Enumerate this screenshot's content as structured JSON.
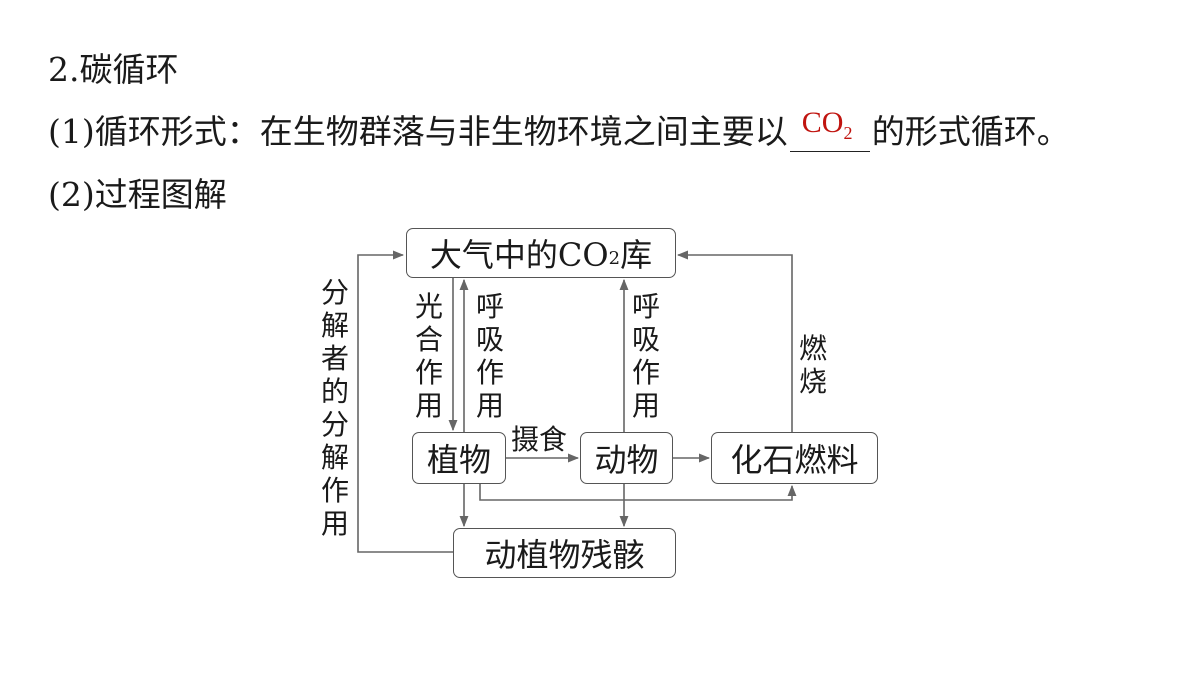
{
  "text": {
    "heading": "2.碳循环",
    "line1_before": "(1)循环形式：在生物群落与非生物环境之间主要以",
    "answer_main": "CO",
    "answer_sub": "2",
    "line1_after": "的形式循环。",
    "line2": "(2)过程图解"
  },
  "diagram": {
    "nodes": {
      "atmosphere_main": "大气中的CO",
      "atmosphere_sub": "2",
      "atmosphere_end": "库",
      "plants": "植物",
      "animals": "动物",
      "fossil_fuels": "化石燃料",
      "remains": "动植物残骸"
    },
    "labels": {
      "photosynthesis": "光合作用",
      "plant_respiration": "呼吸作用",
      "animal_respiration": "呼吸作用",
      "combustion": "燃烧",
      "decomposer": "分解者的分解作用",
      "feeding": "摄食"
    },
    "colors": {
      "answer": "#c0140f",
      "line": "#666666"
    }
  }
}
